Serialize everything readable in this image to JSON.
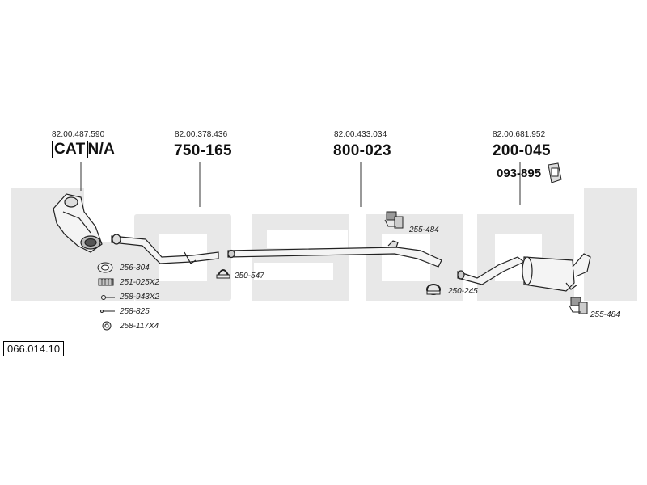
{
  "diagram_ref": "066.014.10",
  "sections": [
    {
      "oe": "82.00.487.590",
      "cat": "CAT",
      "code": "N/A"
    },
    {
      "oe": "82.00.378.436",
      "code": "750-165"
    },
    {
      "oe": "82.00.433.034",
      "code": "800-023"
    },
    {
      "oe": "82.00.681.952",
      "code": "200-045",
      "sub_code": "093-895"
    }
  ],
  "parts": {
    "gasket": "256-304",
    "spring": "251-025X2",
    "bolt": "258-943X2",
    "stud": "258-825",
    "washer": "258-117X4",
    "clamp_1": "250-547",
    "hanger_1": "255-484",
    "clamp_2": "250-245",
    "hanger_2": "255-484"
  },
  "watermark": "bosal"
}
